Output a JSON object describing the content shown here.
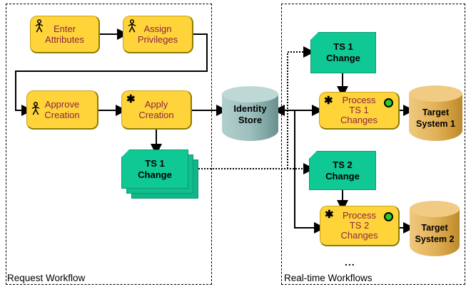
{
  "regions": {
    "request": {
      "label": "Request Workflow"
    },
    "realtime": {
      "label": "Real-time Workflows",
      "more_indicator": "..."
    }
  },
  "icons": {
    "automation": "✱",
    "person": "stick-person",
    "status_ok": "green-circle"
  },
  "nodes": {
    "enter_attributes": {
      "lines": [
        "Enter",
        "Attributes"
      ]
    },
    "assign_privileges": {
      "lines": [
        "Assign",
        "Privileges"
      ]
    },
    "approve_creation": {
      "lines": [
        "Approve",
        "Creation"
      ]
    },
    "apply_creation": {
      "lines": [
        "Apply",
        "Creation"
      ]
    },
    "ts1_change_queue": {
      "lines": [
        "TS 1",
        "Change"
      ]
    },
    "identity_store": {
      "lines": [
        "Identity",
        "Store"
      ]
    },
    "ts1_change": {
      "lines": [
        "TS 1",
        "Change"
      ]
    },
    "process_ts1_changes": {
      "lines": [
        "Process",
        "TS 1",
        "Changes"
      ]
    },
    "target_system_1": {
      "lines": [
        "Target",
        "System 1"
      ]
    },
    "ts2_change": {
      "lines": [
        "TS 2",
        "Change"
      ]
    },
    "process_ts2_changes": {
      "lines": [
        "Process",
        "TS 2",
        "Changes"
      ]
    },
    "target_system_2": {
      "lines": [
        "Target",
        "System 2"
      ]
    }
  },
  "colors": {
    "task_fill": "#FFD43A",
    "task_text": "#8B2343",
    "event_fill": "#0FC894",
    "identity_store_fill": "#9DBFBD",
    "target_system_fill": "#E2B158",
    "status_dot": "#2ACC2A",
    "connector": "#000000"
  }
}
